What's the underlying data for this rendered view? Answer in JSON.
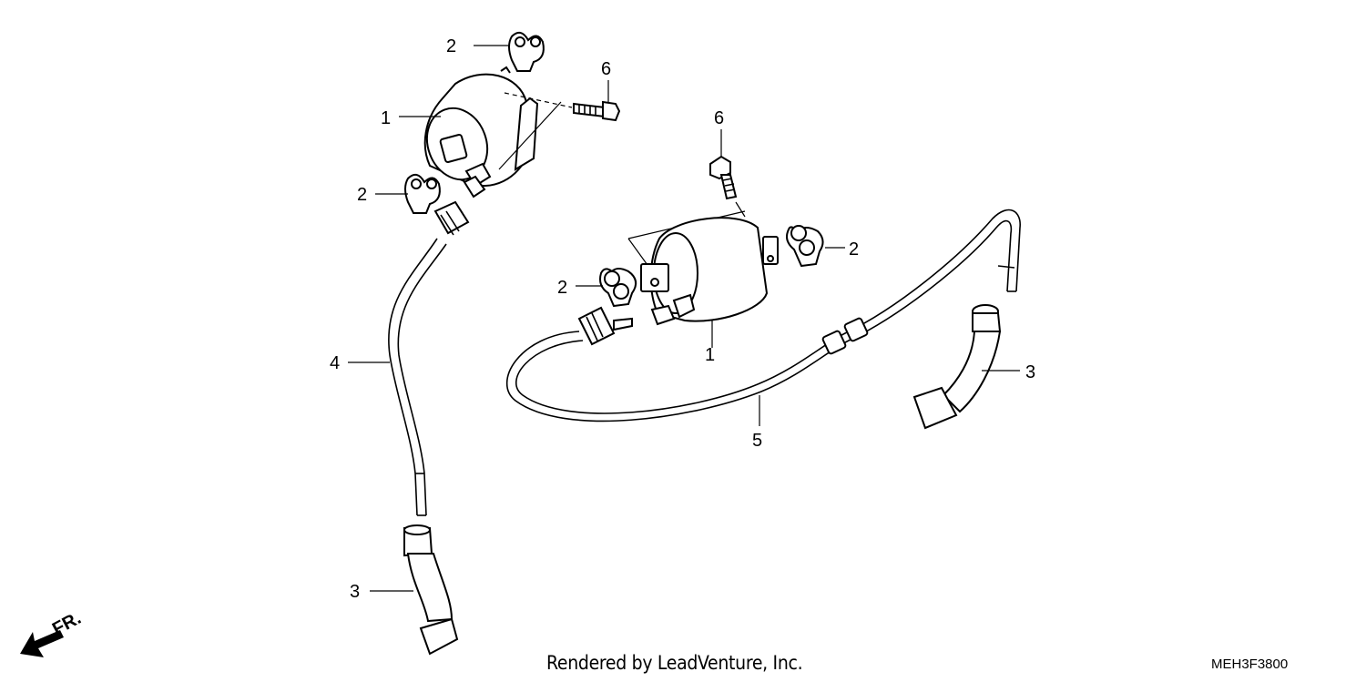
{
  "callouts": {
    "top_clip_upper": "2",
    "top_coil": "1",
    "top_bolt": "6",
    "top_clip_lower": "2",
    "wire_left": "4",
    "cap_left": "3",
    "mid_bolt": "6",
    "mid_clip_right": "2",
    "mid_clip_left": "2",
    "mid_coil": "1",
    "cap_right": "3",
    "wire_right": "5"
  },
  "direction_label": "FR.",
  "footer": {
    "credit": "Rendered by LeadVenture, Inc.",
    "diagram_code": "MEH3F3800"
  }
}
